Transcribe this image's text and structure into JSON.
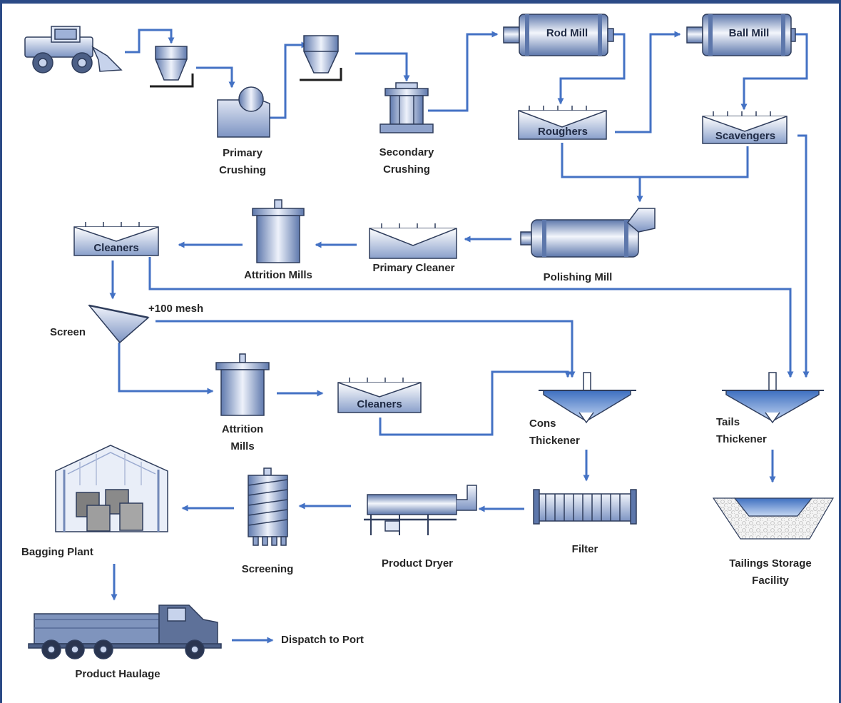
{
  "colors": {
    "flow_line": "#4472c4",
    "equipment_fill_light": "#e8eef9",
    "equipment_fill_dark": "#7389b8",
    "equipment_stroke": "#2f3d5c",
    "border_top": "#2b4a86",
    "label_text": "#262626"
  },
  "equipment": {
    "loader": {
      "icon": "wheel-loader-icon"
    },
    "primary_crusher": {
      "label_line1": "Primary",
      "label_line2": "Crushing",
      "icon": "jaw-crusher-icon"
    },
    "secondary_crusher": {
      "label_line1": "Secondary",
      "label_line2": "Crushing",
      "icon": "cone-crusher-icon"
    },
    "rod_mill": {
      "label": "Rod Mill",
      "icon": "mill-icon"
    },
    "ball_mill": {
      "label": "Ball Mill",
      "icon": "mill-icon"
    },
    "roughers": {
      "label": "Roughers",
      "icon": "flotation-cell-icon"
    },
    "scavengers": {
      "label": "Scavengers",
      "icon": "flotation-cell-icon"
    },
    "polishing_mill": {
      "label": "Polishing Mill",
      "icon": "mill-icon"
    },
    "primary_cleaner": {
      "label": "Primary Cleaner",
      "icon": "flotation-cell-icon"
    },
    "attrition_mills_upper": {
      "label": "Attrition Mills",
      "icon": "attrition-mill-icon"
    },
    "cleaners_upper": {
      "label": "Cleaners",
      "icon": "flotation-cell-icon"
    },
    "screen": {
      "label": "Screen",
      "oversize_label": "+100 mesh",
      "icon": "screen-cone-icon"
    },
    "attrition_mills_lower": {
      "label_line1": "Attrition",
      "label_line2": "Mills",
      "icon": "attrition-mill-icon"
    },
    "cleaners_lower": {
      "label": "Cleaners",
      "icon": "flotation-cell-icon"
    },
    "cons_thickener": {
      "label_line1": "Cons",
      "label_line2": "Thickener",
      "icon": "thickener-icon"
    },
    "tails_thickener": {
      "label_line1": "Tails",
      "label_line2": "Thickener",
      "icon": "thickener-icon"
    },
    "filter": {
      "label": "Filter",
      "icon": "filter-icon"
    },
    "product_dryer": {
      "label": "Product Dryer",
      "icon": "dryer-icon"
    },
    "screening": {
      "label": "Screening",
      "icon": "spiral-screen-icon"
    },
    "bagging_plant": {
      "label": "Bagging Plant",
      "icon": "warehouse-icon"
    },
    "tailings_storage": {
      "label_line1": "Tailings Storage",
      "label_line2": "Facility",
      "icon": "tailings-pond-icon"
    },
    "product_haulage": {
      "label": "Product Haulage",
      "icon": "truck-icon"
    },
    "dispatch": {
      "label": "Dispatch to Port"
    }
  }
}
